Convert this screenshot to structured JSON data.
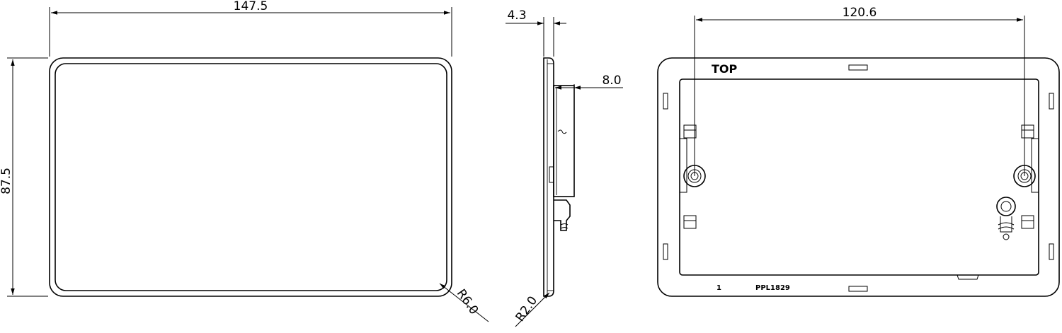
{
  "front_view": {
    "width_label": "147.5",
    "height_label": "87.5",
    "radius_label": "R6.0"
  },
  "side_view": {
    "thickness_label": "4.3",
    "depth_label": "8.0",
    "radius_label": "R2.0"
  },
  "back_view": {
    "spacing_label": "120.6",
    "top_label": "TOP",
    "number_label": "1",
    "part_label": "PPL1829"
  },
  "colors": {
    "line": "#000000",
    "background": "#ffffff"
  }
}
